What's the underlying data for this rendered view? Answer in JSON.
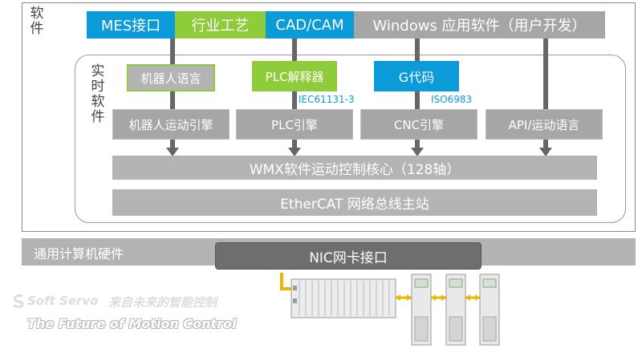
{
  "software_label": "软件",
  "realtime_label": "实时软件",
  "top_bar": [
    "MES接口",
    "行业工艺",
    "CAD/CAM",
    "Windows 应用软件（用户开发）"
  ],
  "realtime_boxes": {
    "robot_language": "机器人语言",
    "plc_interpreter": "PLC解释器",
    "gcode": "G代码"
  },
  "standards": {
    "iec": "IEC61131-3",
    "iso": "ISO6983"
  },
  "engines": [
    "机器人运动引擎",
    "PLC引擎",
    "CNC引擎",
    "API/运动语言"
  ],
  "wmx_core": "WMX软件运动控制核心（128轴）",
  "ethercat": "EtherCAT 网络总线主站",
  "hardware_label": "通用计算机硬件",
  "nic": "NIC网卡接口",
  "watermark": {
    "brand": "Soft Servo",
    "slogan_cn": "来自未来的智能控制",
    "slogan_en": "The Future of Motion Control"
  },
  "colors": {
    "blue": "#0b9bd8",
    "green": "#8fcc3c",
    "grey": "#a6a6a6",
    "nic_dark": "#6e6e6e",
    "orange": "#f0b400"
  }
}
